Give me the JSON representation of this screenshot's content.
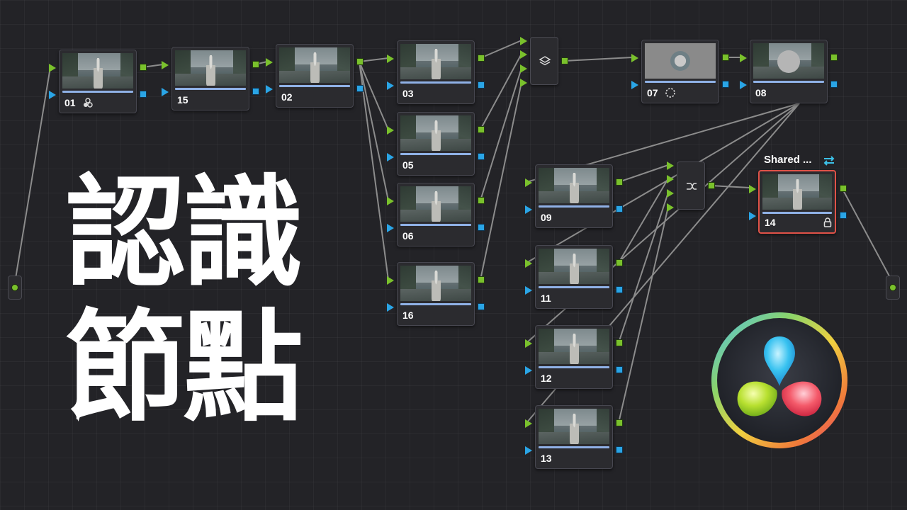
{
  "title": {
    "line1": "認識",
    "line2": "節點"
  },
  "shared_label": "Shared ...",
  "colors": {
    "input_green": "#7ac12c",
    "input_blue": "#2aa5e6",
    "locked_border": "#e05248",
    "wire": "#8c8c8c"
  },
  "nodes": [
    {
      "id": "01",
      "label": "01",
      "badge": "layers-dots-icon"
    },
    {
      "id": "15",
      "label": "15"
    },
    {
      "id": "02",
      "label": "02"
    },
    {
      "id": "03",
      "label": "03"
    },
    {
      "id": "05",
      "label": "05"
    },
    {
      "id": "06",
      "label": "06"
    },
    {
      "id": "16",
      "label": "16"
    },
    {
      "id": "07",
      "label": "07",
      "badge": "circle-window-icon",
      "thumb": "mask"
    },
    {
      "id": "08",
      "label": "08",
      "thumb": "circle"
    },
    {
      "id": "09",
      "label": "09"
    },
    {
      "id": "11",
      "label": "11"
    },
    {
      "id": "12",
      "label": "12"
    },
    {
      "id": "13",
      "label": "13"
    },
    {
      "id": "14",
      "label": "14",
      "badge": "lock-icon",
      "shared": true
    }
  ],
  "mixers": [
    {
      "id": "layer-mixer",
      "icon": "layers-icon"
    },
    {
      "id": "parallel-mixer",
      "icon": "parallel-mixer-icon"
    }
  ],
  "endpoints": [
    {
      "id": "source-input",
      "icon": "green-dot"
    },
    {
      "id": "final-output",
      "icon": "green-dot"
    }
  ],
  "logo": {
    "name": "davinci-resolve-logo-icon"
  }
}
